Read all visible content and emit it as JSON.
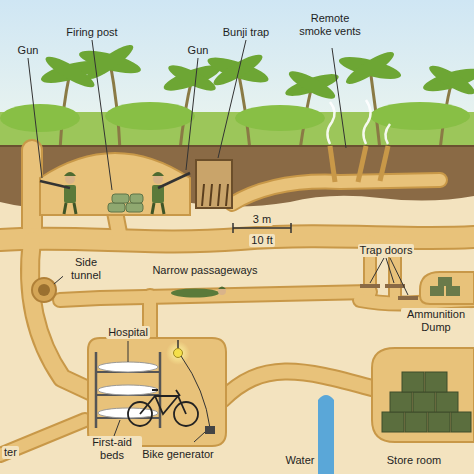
{
  "diagram": {
    "labels": [
      "Gun",
      "Firing post",
      "Gun",
      "Bunji trap",
      "Remote smoke vents",
      "3 m",
      "10 ft",
      "Side tunnel",
      "Narrow passageways",
      "Trap doors",
      "Ammunition Dump",
      "Hospital",
      "First-aid beds",
      "Bike generator",
      "ter",
      "Water",
      "Store room"
    ]
  }
}
